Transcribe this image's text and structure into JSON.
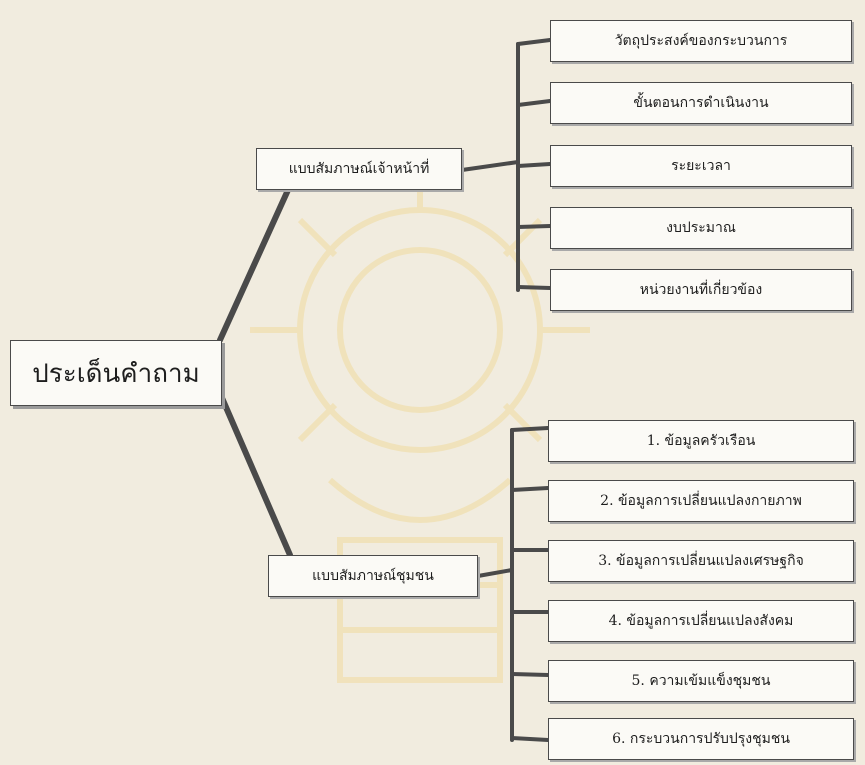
{
  "diagram": {
    "root": {
      "label": "ประเด็นคำถาม"
    },
    "branches": [
      {
        "label": "แบบสัมภาษณ์เจ้าหน้าที่",
        "children": [
          "วัตถุประสงค์ของกระบวนการ",
          "ขั้นตอนการดำเนินงาน",
          "ระยะเวลา",
          "งบประมาณ",
          "หน่วยงานที่เกี่ยวข้อง"
        ]
      },
      {
        "label": "แบบสัมภาษณ์ชุมชน",
        "children": [
          "1. ข้อมูลครัวเรือน",
          "2. ข้อมูลการเปลี่ยนแปลงกายภาพ",
          "3. ข้อมูลการเปลี่ยนแปลงเศรษฐกิจ",
          "4. ข้อมูลการเปลี่ยนแปลงสังคม",
          "5. ความเข้มแข็งชุมชน",
          "6. กระบวนการปรับปรุงชุมชน"
        ]
      }
    ]
  },
  "colors": {
    "background": "#f1ecdf",
    "line": "#4a4a4a",
    "box_fill": "#fbfaf6",
    "watermark": "#f3dd9a"
  }
}
